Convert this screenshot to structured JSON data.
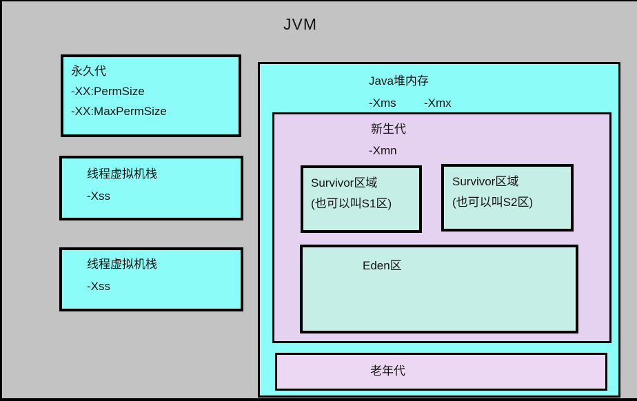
{
  "diagram": {
    "title": "JVM",
    "perm_gen": {
      "title": "永久代",
      "param_size": "-XX:PermSize",
      "param_max_size": "-XX:MaxPermSize"
    },
    "stack1": {
      "title": "线程虚拟机栈",
      "param": "-Xss"
    },
    "stack2": {
      "title": "线程虚拟机栈",
      "param": "-Xss"
    },
    "heap": {
      "title": "Java堆内存",
      "param_min": "-Xms",
      "param_max": "-Xmx"
    },
    "young": {
      "title": "新生代",
      "param": "-Xmn"
    },
    "survivor1": {
      "title": "Survivor区域",
      "alias": "(也可以叫S1区)"
    },
    "survivor2": {
      "title": "Survivor区域",
      "alias": "(也可以叫S2区)"
    },
    "eden": {
      "title": "Eden区"
    },
    "old": {
      "title": "老年代"
    }
  },
  "colors": {
    "background": "#C3C3C3",
    "cyan": "#8CFCF8",
    "young_pink": "#E5D2F0",
    "old_pink": "#ECD8F2",
    "mint": "#C4EEE6",
    "border": "#000000",
    "text": "#141414"
  }
}
